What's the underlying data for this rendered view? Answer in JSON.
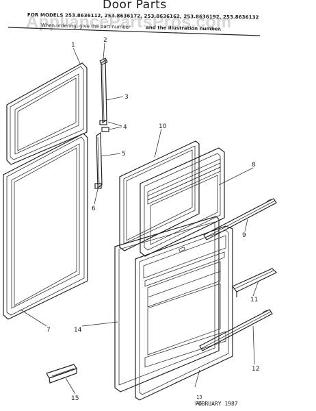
{
  "header": {
    "title": "Door Parts",
    "models_line": "FOR MODELS 253.8636112, 253.8636172, 253.8636162, 253.8636192, 253.8636132",
    "order_prefix": "When ordering, give the part number",
    "order_suffix": "and the illustration number."
  },
  "watermark": {
    "text": "AppliancePartsPros.com"
  },
  "footer": {
    "sheet": "13\nA5",
    "date": "FEBRUARY 1987"
  },
  "callouts": [
    {
      "id": "1",
      "label": "1"
    },
    {
      "id": "2",
      "label": "2"
    },
    {
      "id": "3",
      "label": "3"
    },
    {
      "id": "4",
      "label": "4"
    },
    {
      "id": "5",
      "label": "5"
    },
    {
      "id": "6",
      "label": "6"
    },
    {
      "id": "7",
      "label": "7"
    },
    {
      "id": "8",
      "label": "8"
    },
    {
      "id": "9",
      "label": "9"
    },
    {
      "id": "10",
      "label": "10"
    },
    {
      "id": "11",
      "label": "11"
    },
    {
      "id": "12",
      "label": "12"
    },
    {
      "id": "14",
      "label": "14"
    },
    {
      "id": "15",
      "label": "15"
    }
  ]
}
